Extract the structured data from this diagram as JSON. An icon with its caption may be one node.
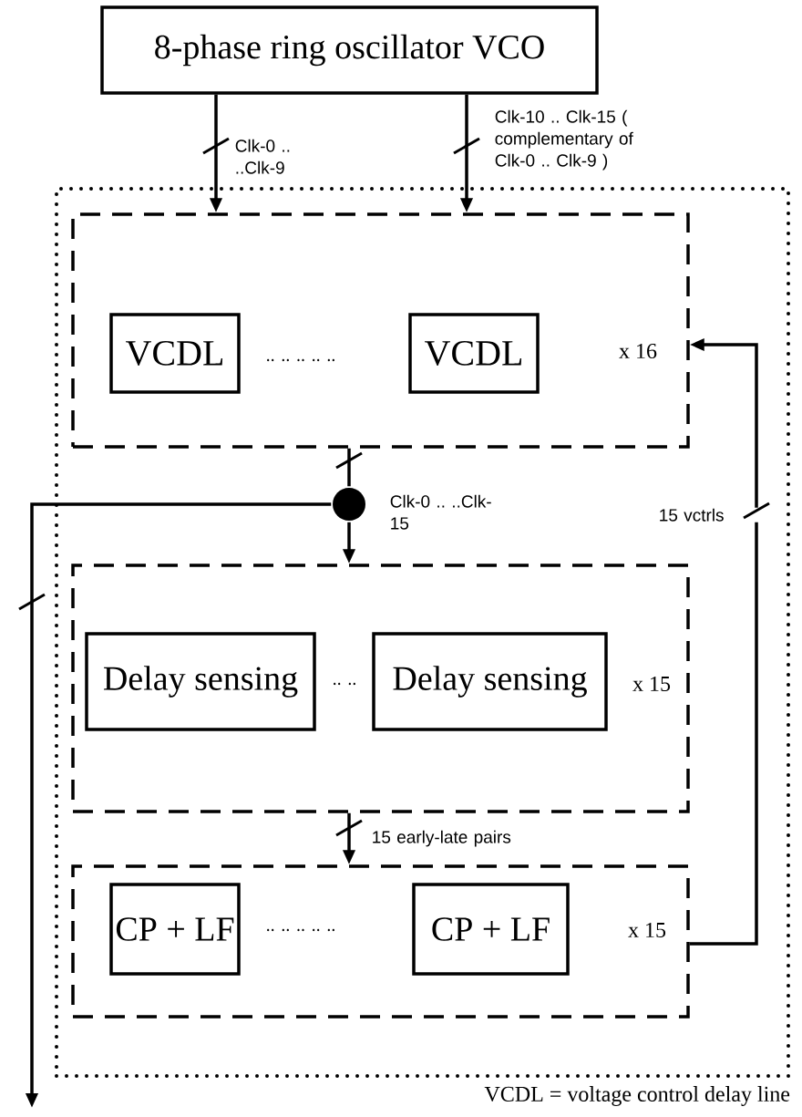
{
  "diagram": {
    "nodes": [
      {
        "text": [
          "8-phase ring oscillator VCO"
        ]
      },
      {
        "text": [],
        "shape": "box"
      },
      {
        "text": [],
        "shape": "box",
        "in": 1,
        "beside": [
          "x 16"
        ]
      },
      {
        "text": [
          "VCDL"
        ],
        "in": 2
      },
      {
        "text": [
          "VCDL"
        ],
        "in": 2
      },
      {
        "text": [],
        "shape": "box",
        "in": 1,
        "beside": [
          "x 15"
        ]
      },
      {
        "text": [
          "Delay sensing"
        ],
        "in": 5
      },
      {
        "text": [
          "Delay sensing"
        ],
        "in": 5
      },
      {
        "text": [],
        "shape": "box",
        "in": 1,
        "beside": [
          "x 15"
        ]
      },
      {
        "text": [
          "CP + LF"
        ],
        "in": 8
      },
      {
        "text": [
          "CP + LF"
        ],
        "in": 8
      },
      {
        "text": [],
        "shape": "circle",
        "in": 1
      }
    ],
    "edges": [
      {
        "from": 0,
        "to": 2,
        "arrow": "to",
        "label": "Clk-0 .. ..Clk-9"
      },
      {
        "from": 0,
        "to": 2,
        "arrow": "to",
        "label": "Clk-10 .. Clk-15 ( complementary of Clk-0 .. Clk-9 )"
      },
      {
        "from": 2,
        "to": 11,
        "arrow": "none",
        "label": "Clk-0 .. ..Clk-15"
      },
      {
        "from": 11,
        "to": 5,
        "arrow": "to"
      },
      {
        "from": 11,
        "to": null,
        "arrow": "to"
      },
      {
        "from": 5,
        "to": 8,
        "arrow": "to",
        "label": "15 early-late pairs"
      },
      {
        "from": 8,
        "to": 2,
        "arrow": "to",
        "label": "15 vctrls"
      }
    ],
    "labels": [
      ".. .. .. .. ..",
      ".. ..",
      ".. .. .. .. ..",
      "VCDL = voltage control delay line"
    ]
  }
}
